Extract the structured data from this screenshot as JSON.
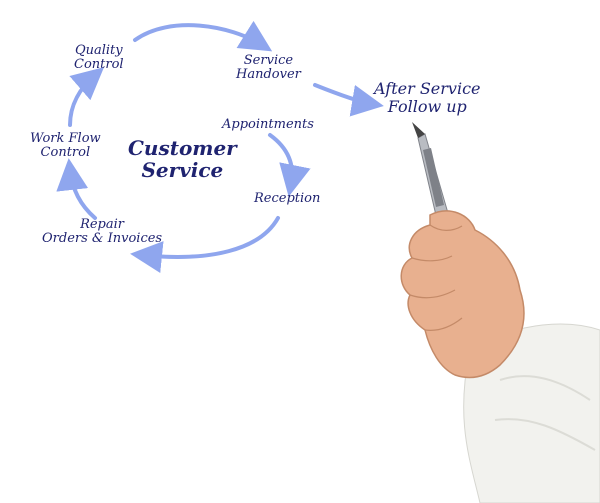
{
  "diagram": {
    "center": {
      "line1": "Customer",
      "line2": "Service"
    },
    "nodes": {
      "quality_control": {
        "line1": "Quality",
        "line2": "Control"
      },
      "service_handover": {
        "line1": "Service",
        "line2": "Handover"
      },
      "after_service": {
        "line1": "After Service",
        "line2": "Follow up"
      },
      "appointments": {
        "line1": "Appointments"
      },
      "reception": {
        "line1": "Reception"
      },
      "repair_orders": {
        "line1": "Repair",
        "line2": "Orders & Invoices"
      },
      "work_flow_control": {
        "line1": "Work Flow",
        "line2": "Control"
      }
    }
  },
  "colors": {
    "text": "#1f2370",
    "arrow": "#8fa6ee",
    "skin": "#e8b08f",
    "sleeve": "#f2f2ee",
    "pen": "#b9bcc2"
  }
}
